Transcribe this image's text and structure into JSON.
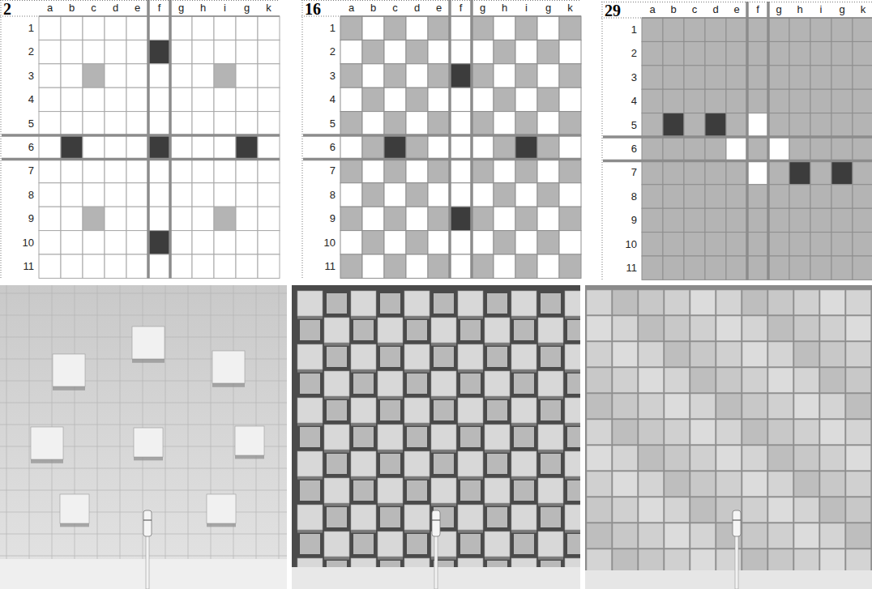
{
  "diagram": {
    "labels": [
      "2",
      "a",
      "b",
      "c",
      "d",
      "e",
      "f",
      "g",
      "h",
      "i",
      "g",
      "k",
      "1",
      "2",
      "3",
      "4",
      "5",
      "6",
      "7",
      "8",
      "9",
      "10",
      "11",
      "16",
      "a",
      "b",
      "c",
      "d",
      "e",
      "f",
      "g",
      "h",
      "i",
      "g",
      "k",
      "1",
      "2",
      "3",
      "4",
      "5",
      "6",
      "7",
      "8",
      "9",
      "10",
      "11",
      "29",
      "a",
      "b",
      "c",
      "d",
      "e",
      "f",
      "g",
      "h",
      "i",
      "g",
      "k",
      "1",
      "2",
      "3",
      "4",
      "5",
      "6",
      "7",
      "8",
      "9",
      "10",
      "11"
    ]
  }
}
